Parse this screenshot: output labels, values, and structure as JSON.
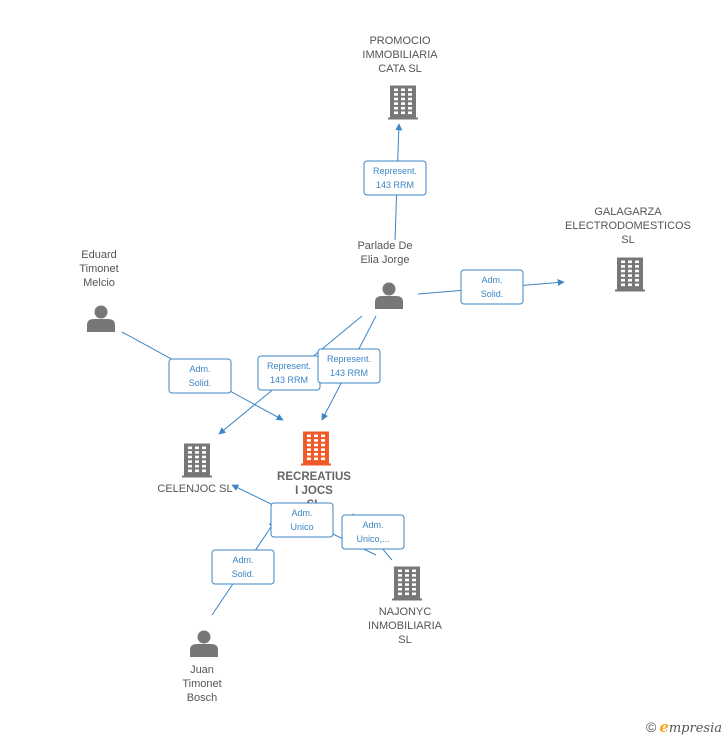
{
  "colors": {
    "edge": "#3d85c6",
    "company": "#777777",
    "focus_company": "#f05a28",
    "person": "#777777"
  },
  "nodes": [
    {
      "id": "promocio",
      "kind": "company",
      "lines": [
        "PROMOCIO",
        "IMMOBILIARIA",
        "CATA SL"
      ]
    },
    {
      "id": "galagarza",
      "kind": "company",
      "lines": [
        "GALAGARZA",
        "ELECTRODOMESTICOS",
        "SL"
      ]
    },
    {
      "id": "parlade",
      "kind": "person",
      "lines": [
        "Parlade De",
        "Elia Jorge"
      ]
    },
    {
      "id": "eduard",
      "kind": "person",
      "lines": [
        "Eduard",
        "Timonet",
        "Melcio"
      ]
    },
    {
      "id": "celenjoc",
      "kind": "company",
      "lines": [
        "CELENJOC SL"
      ]
    },
    {
      "id": "recreatius",
      "kind": "focus",
      "lines": [
        "RECREATIUS",
        "I JOCS",
        "SL"
      ]
    },
    {
      "id": "najonyc",
      "kind": "company",
      "lines": [
        "NAJONYC",
        "INMOBILIARIA",
        "SL"
      ]
    },
    {
      "id": "juan",
      "kind": "person",
      "lines": [
        "Juan",
        "Timonet",
        "Bosch"
      ]
    }
  ],
  "edges": [
    {
      "id": "parlade-promocio",
      "lines": [
        "Represent.",
        "143 RRM"
      ]
    },
    {
      "id": "parlade-galagarza",
      "lines": [
        "Adm.",
        "Solid."
      ]
    },
    {
      "id": "eduard-recreatius",
      "lines": [
        "Adm.",
        "Solid."
      ]
    },
    {
      "id": "parlade-celenjoc",
      "lines": [
        "Represent.",
        "143 RRM"
      ]
    },
    {
      "id": "parlade-recreatius",
      "lines": [
        "Represent.",
        "143 RRM"
      ]
    },
    {
      "id": "juan-recreatius",
      "lines": [
        "Adm.",
        "Solid."
      ]
    },
    {
      "id": "najonyc-celenjoc",
      "lines": [
        "Adm.",
        "Unico"
      ]
    },
    {
      "id": "najonyc-recreatius",
      "lines": [
        "Adm.",
        "Unico,..."
      ]
    }
  ],
  "footer": {
    "copyright": "©",
    "brand_e": "e",
    "brand_rest": "mpresia"
  }
}
